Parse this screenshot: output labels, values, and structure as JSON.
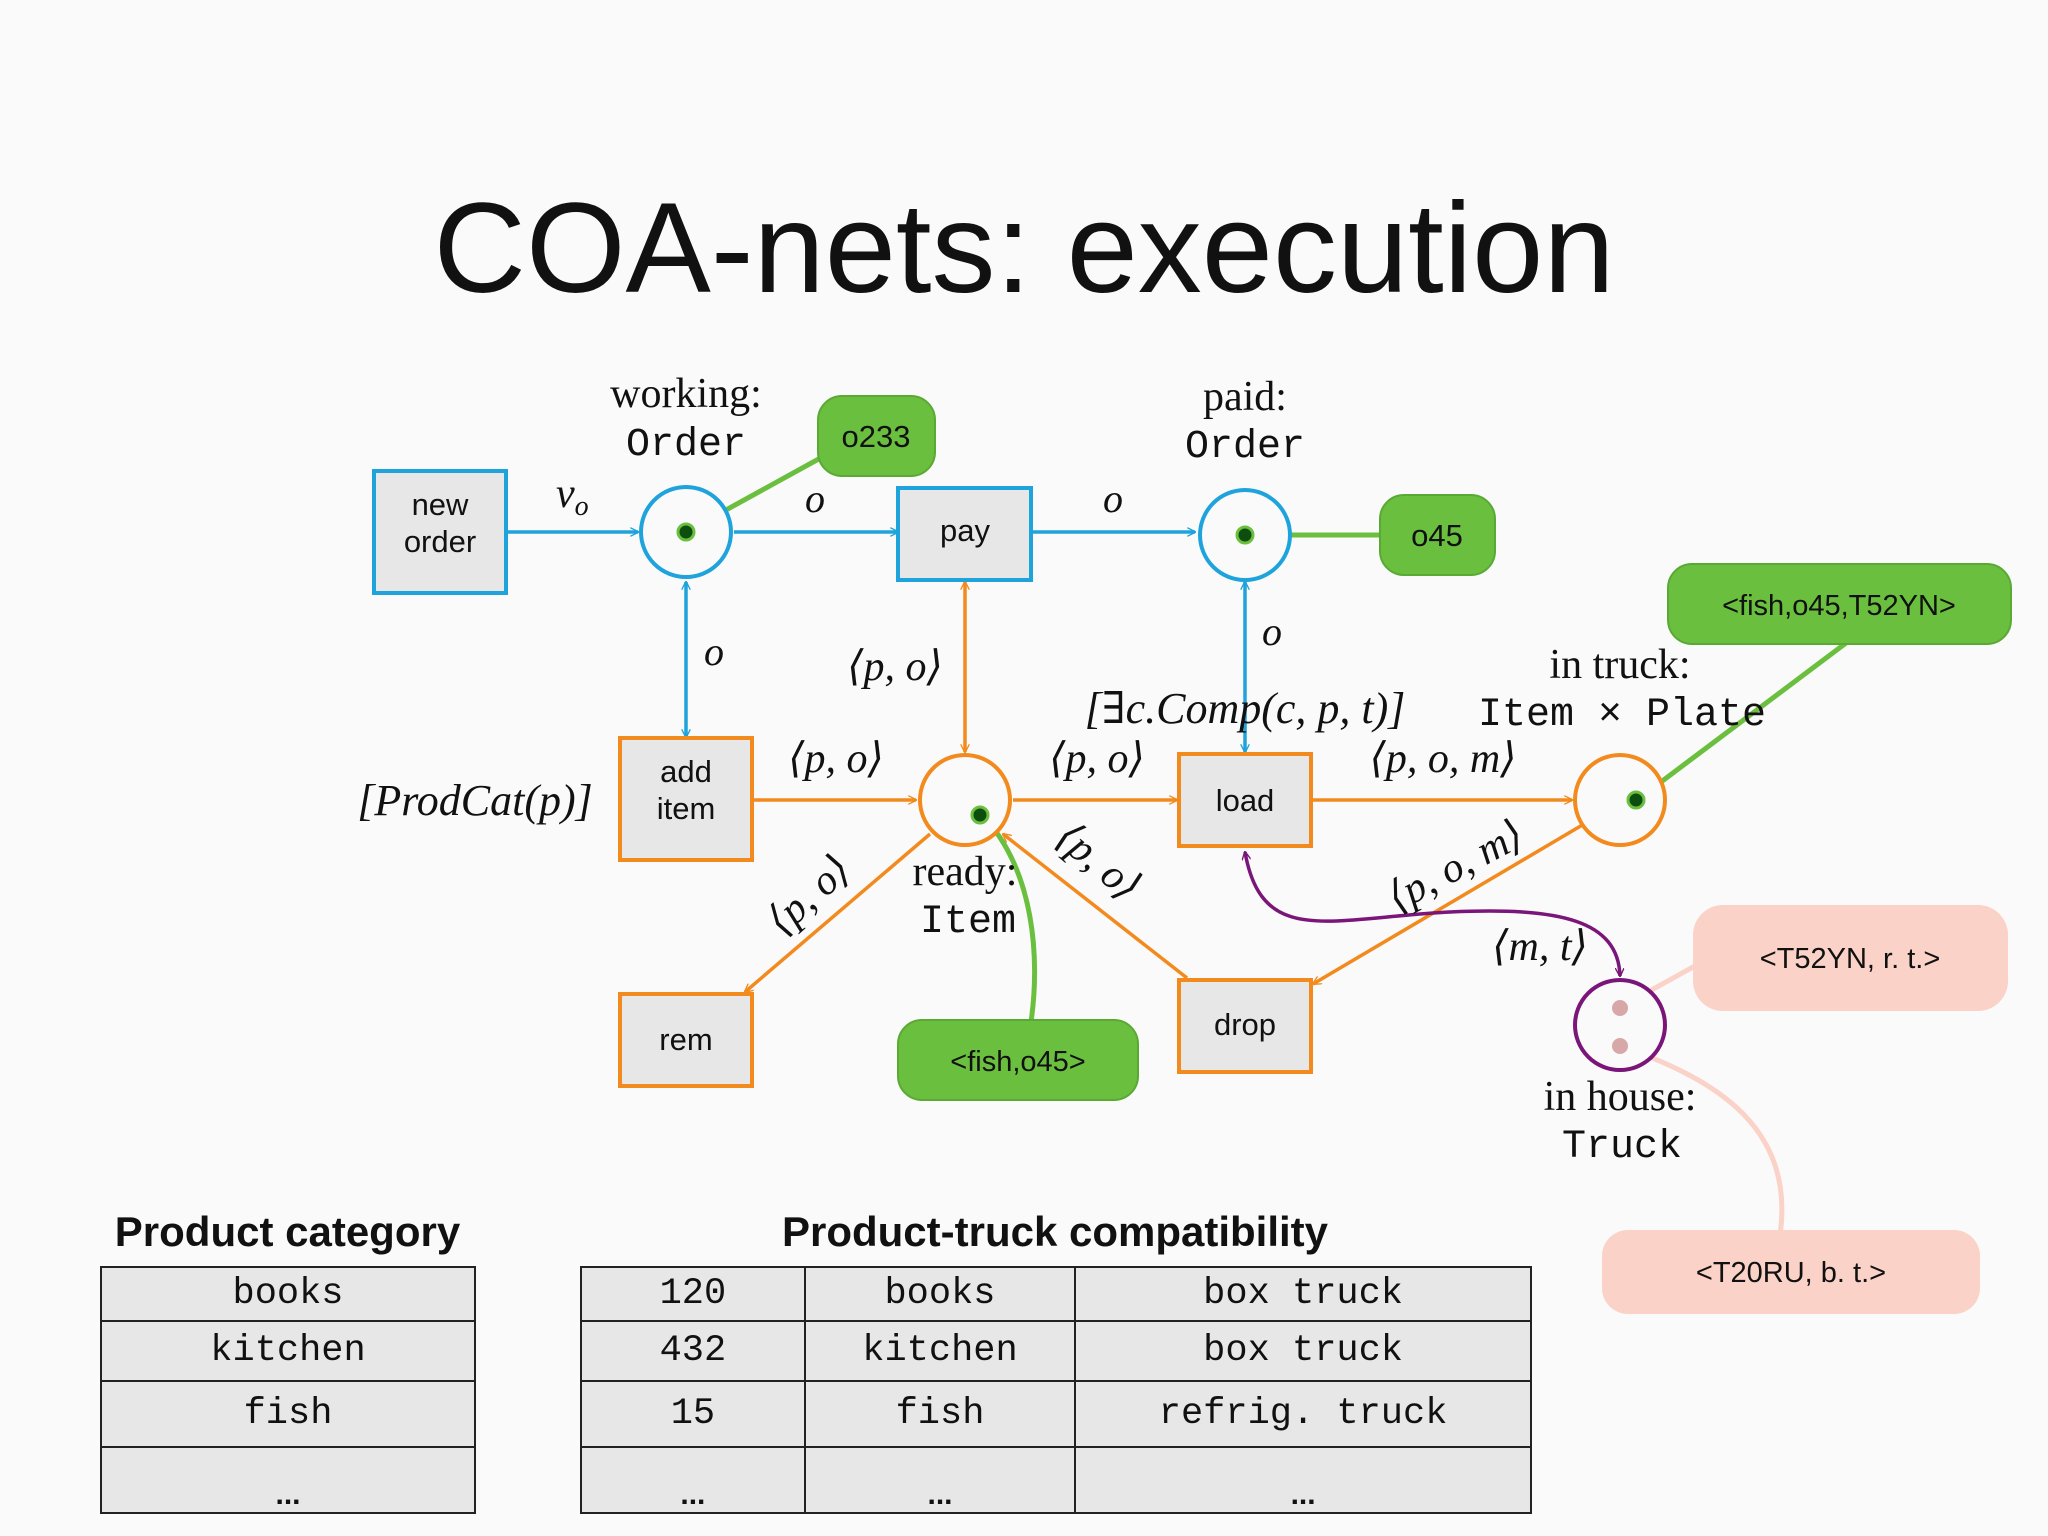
{
  "title": "COA-nets: execution",
  "colors": {
    "control": "#1ea3dc",
    "items": "#f28a1e",
    "trucks": "#7a157a",
    "token_object": "#6bbf3f",
    "token_truck": "#fad2c8",
    "token_dot": "#0d4d0d"
  },
  "transitions": {
    "new_order": "new\norder",
    "pay": "pay",
    "add_item": "add\nitem",
    "load": "load",
    "rem": "rem",
    "drop": "drop"
  },
  "places": {
    "working": {
      "name": "working:",
      "type": "Order"
    },
    "paid": {
      "name": "paid:",
      "type": "Order"
    },
    "ready": {
      "name": "ready:",
      "type": "Item"
    },
    "in_truck": {
      "name": "in truck:",
      "type": "Item × Plate"
    },
    "in_house": {
      "name": "in house:",
      "type": "Truck"
    }
  },
  "guards": {
    "add_item": "[ProdCat(p)]",
    "load": "[∃c.Comp(c, p, t)]"
  },
  "arc_labels": {
    "nu_o": "ν",
    "nu_sub": "o",
    "o": "o",
    "po": "⟨p, o⟩",
    "pom": "⟨p, o, m⟩",
    "mt": "⟨m, t⟩"
  },
  "tokens": {
    "working": "o233",
    "paid": "o45",
    "in_truck": "<fish,o45,T52YN>",
    "ready": "<fish,o45>",
    "in_house_1": "<T52YN, r. t.>",
    "in_house_2": "<T20RU, b. t.>"
  },
  "product_category": {
    "title": "Product category",
    "rows": [
      "books",
      "kitchen",
      "fish",
      "..."
    ]
  },
  "compatibility": {
    "title": "Product-truck compatibility",
    "rows": [
      [
        "120",
        "books",
        "box truck"
      ],
      [
        "432",
        "kitchen",
        "box truck"
      ],
      [
        "15",
        "fish",
        "refrig. truck"
      ],
      [
        "...",
        "...",
        "..."
      ]
    ]
  }
}
